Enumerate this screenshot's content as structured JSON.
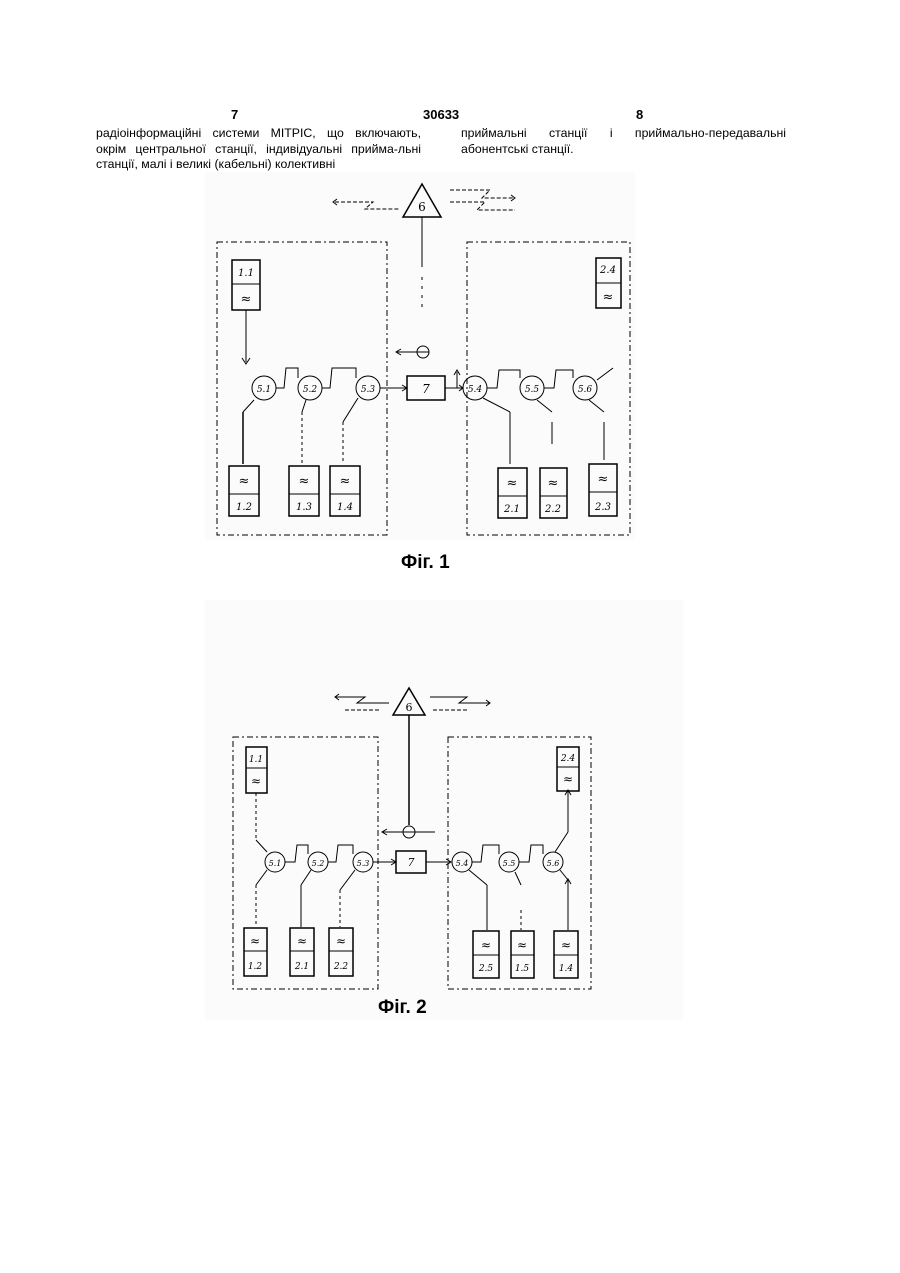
{
  "header": {
    "left_page": "7",
    "patent_number": "30633",
    "right_page": "8"
  },
  "text": {
    "left_column": "радіоінформаційні системи МІТРІС, що включають, окрім центральної станції, індивідуальні прийма-льні станції, малі і великі (кабельні) колективні",
    "right_column": "приймальні станції і приймально-передавальні абонентські станції."
  },
  "figures": [
    {
      "caption": "Фіг. 1",
      "tower_label": "6",
      "transponder_label": "7",
      "couplers": [
        "5.1",
        "5.2",
        "5.3",
        "5.4",
        "5.5",
        "5.6"
      ],
      "stations_top": [
        "1.1",
        "2.4"
      ],
      "stations_bottom": [
        "1.2",
        "1.3",
        "1.4",
        "2.1",
        "2.2",
        "2.3"
      ]
    },
    {
      "caption": "Фіг. 2",
      "tower_label": "6",
      "transponder_label": "7",
      "couplers": [
        "5.1",
        "5.2",
        "5.3",
        "5.4",
        "5.5",
        "5.6"
      ],
      "stations_top": [
        "1.1",
        "2.4"
      ],
      "stations_bottom": [
        "1.2",
        "2.1",
        "2.2",
        "2.5",
        "1.5",
        "1.4"
      ]
    }
  ]
}
